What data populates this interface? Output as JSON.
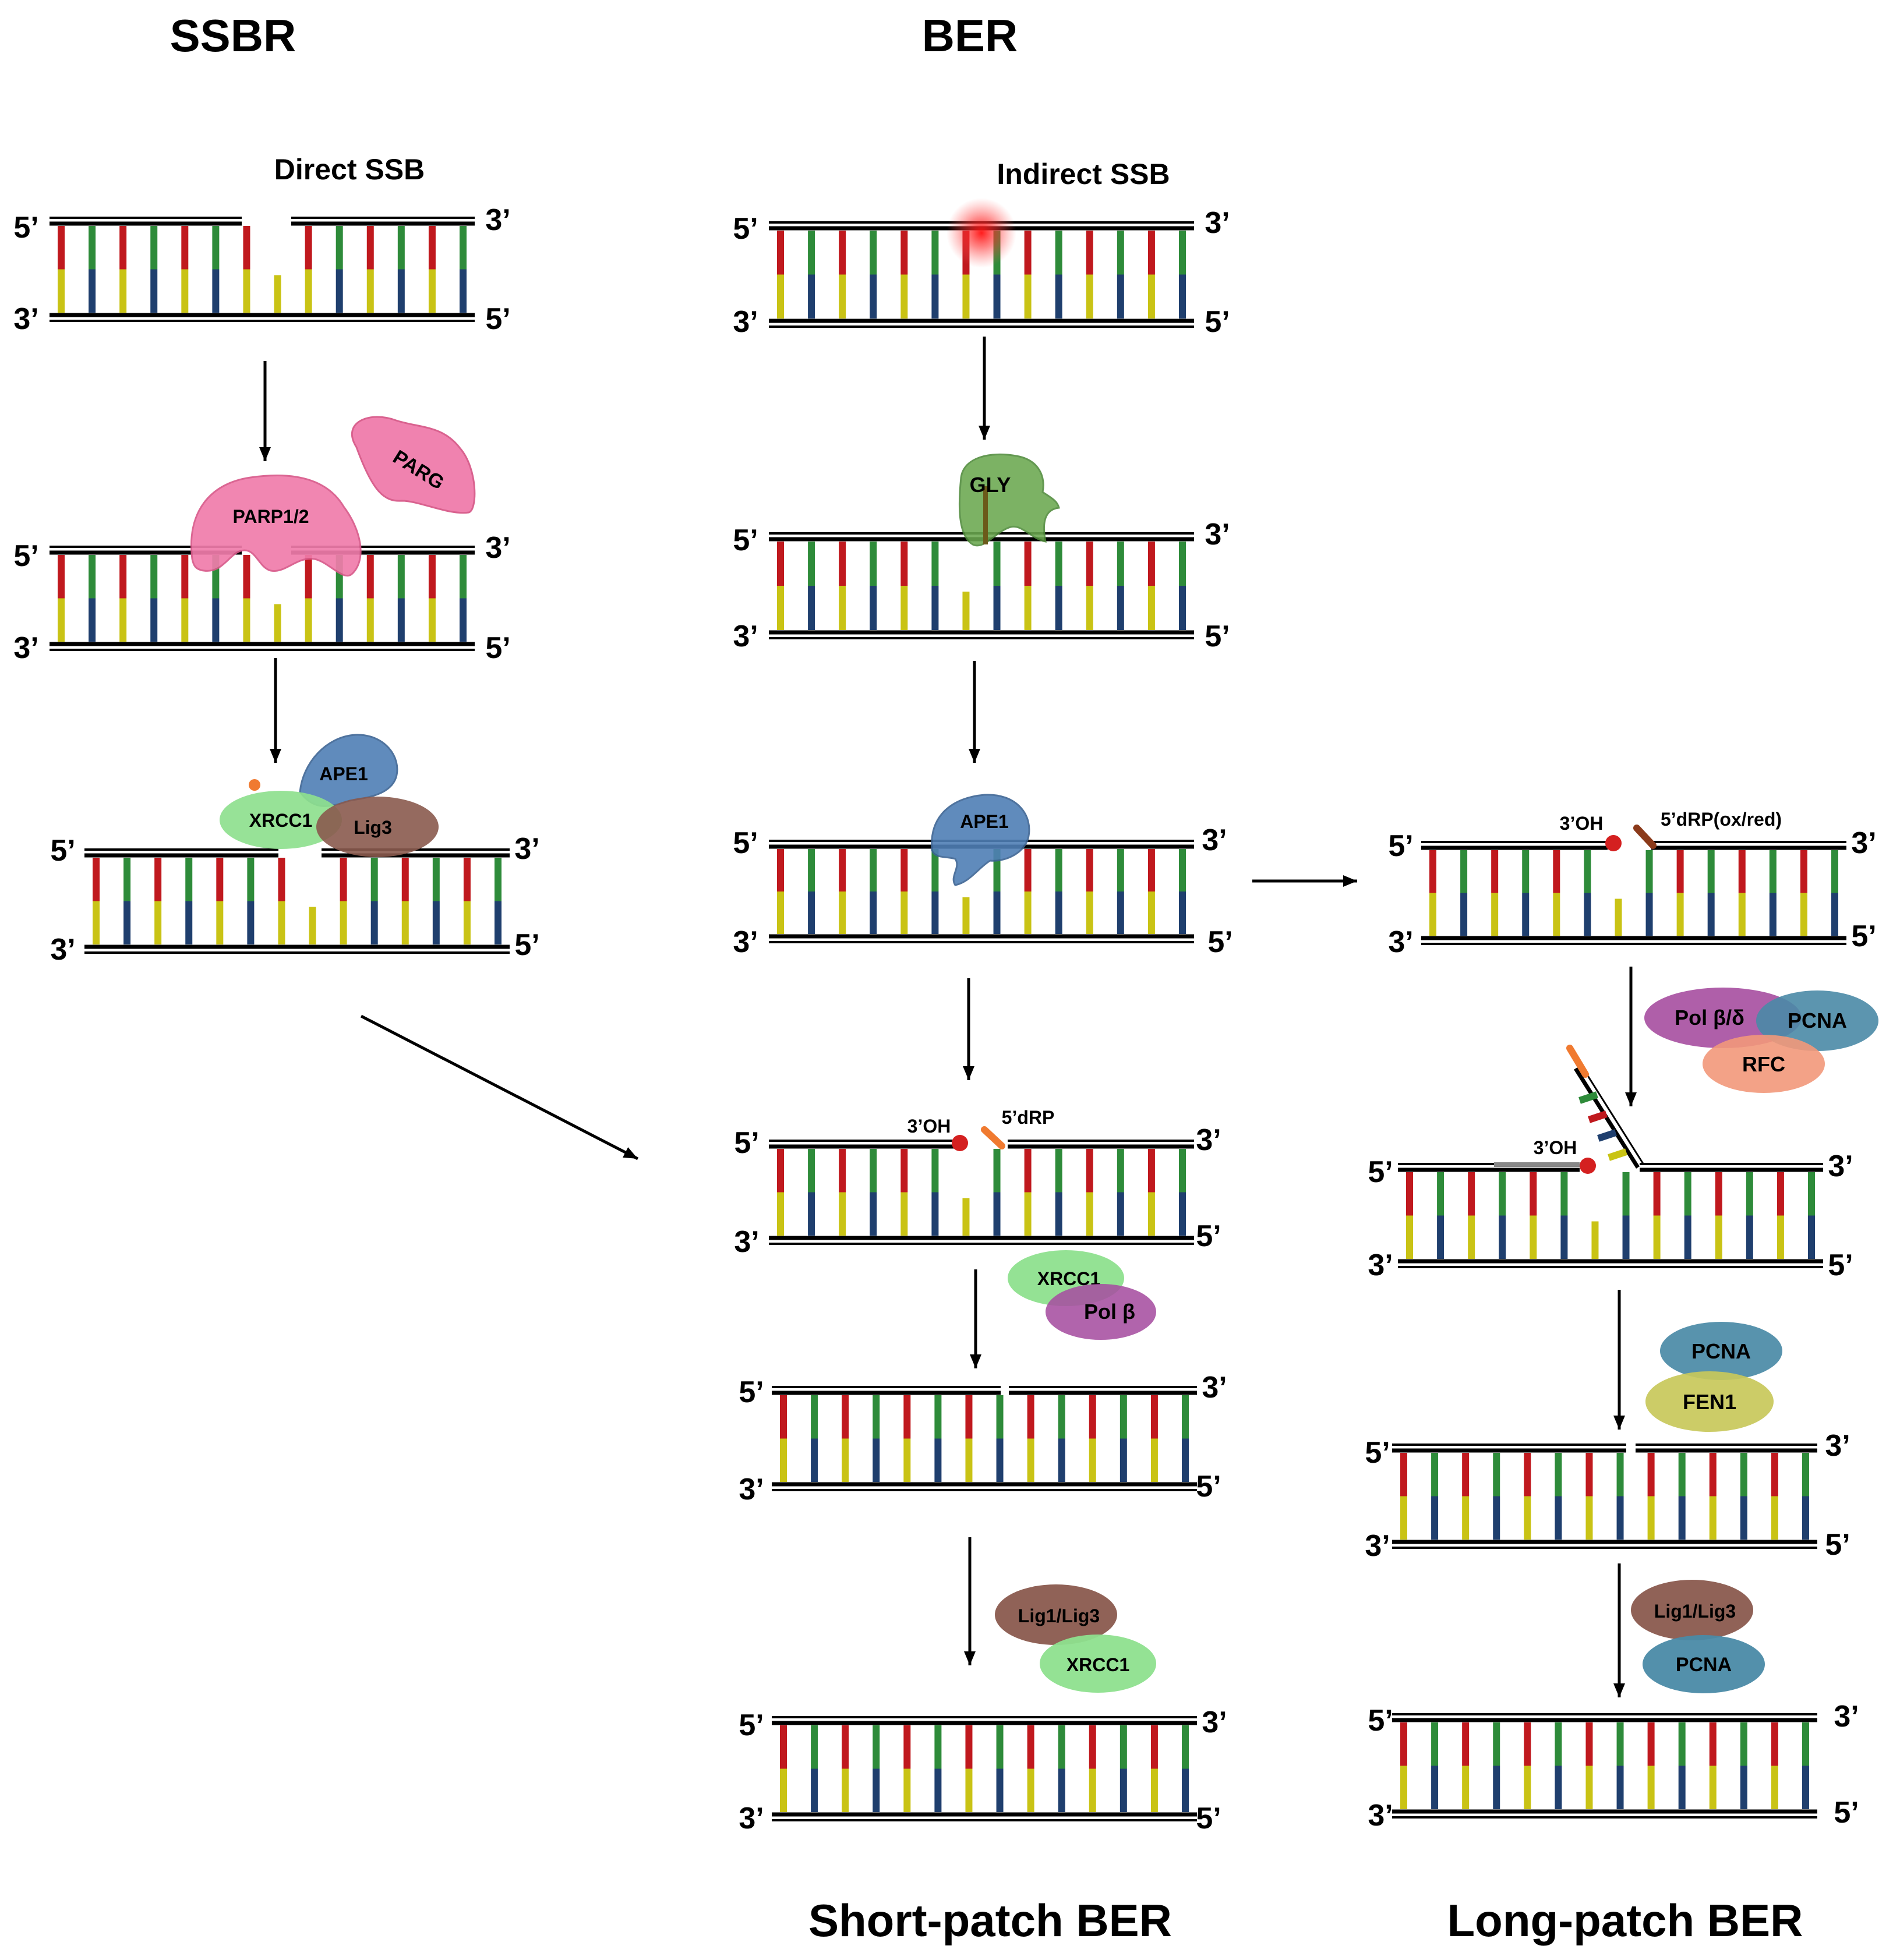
{
  "headings": {
    "ssbr": "SSBR",
    "ber": "BER",
    "short_patch": "Short-patch BER",
    "long_patch": "Long-patch BER"
  },
  "damage_labels": {
    "direct": "Direct SSB",
    "indirect": "Indirect SSB"
  },
  "end_labels": {
    "five_prime": "5’",
    "three_prime": "3’"
  },
  "chem_labels": {
    "oh3": "3’OH",
    "drp5": "5’dRP",
    "drp5_oxred": "5’dRP(ox/red)"
  },
  "proteins": {
    "parg": "PARG",
    "parp": "PARP1/2",
    "ape1": "APE1",
    "xrcc1": "XRCC1",
    "lig3": "Lig3",
    "gly": "GLY",
    "pol_b": "Pol β",
    "pol_bd": "Pol β/δ",
    "pcna": "PCNA",
    "rfc": "RFC",
    "fen1": "FEN1",
    "lig1_lig3": "Lig1/Lig3"
  },
  "colors": {
    "base_red": "#c0191e",
    "base_green": "#2e8b3a",
    "base_yellow": "#c9c315",
    "base_blue": "#1f3f6e",
    "parp_pink": "#f07cab",
    "ape1_blue": "#4f7fb5",
    "xrcc1_green": "#8ee08e",
    "lig3_brown": "#8a5a4e",
    "gly_green": "#6aa84f",
    "pol_purple": "#a64ea0",
    "pcna_teal": "#4a8aa6",
    "rfc_orange": "#f2987a",
    "fen1_olive": "#c8c85a",
    "damage_red": "#ff2020",
    "oh_red": "#d42020",
    "drp_orange": "#f07a30",
    "drp_brown": "#8b3a1a"
  }
}
